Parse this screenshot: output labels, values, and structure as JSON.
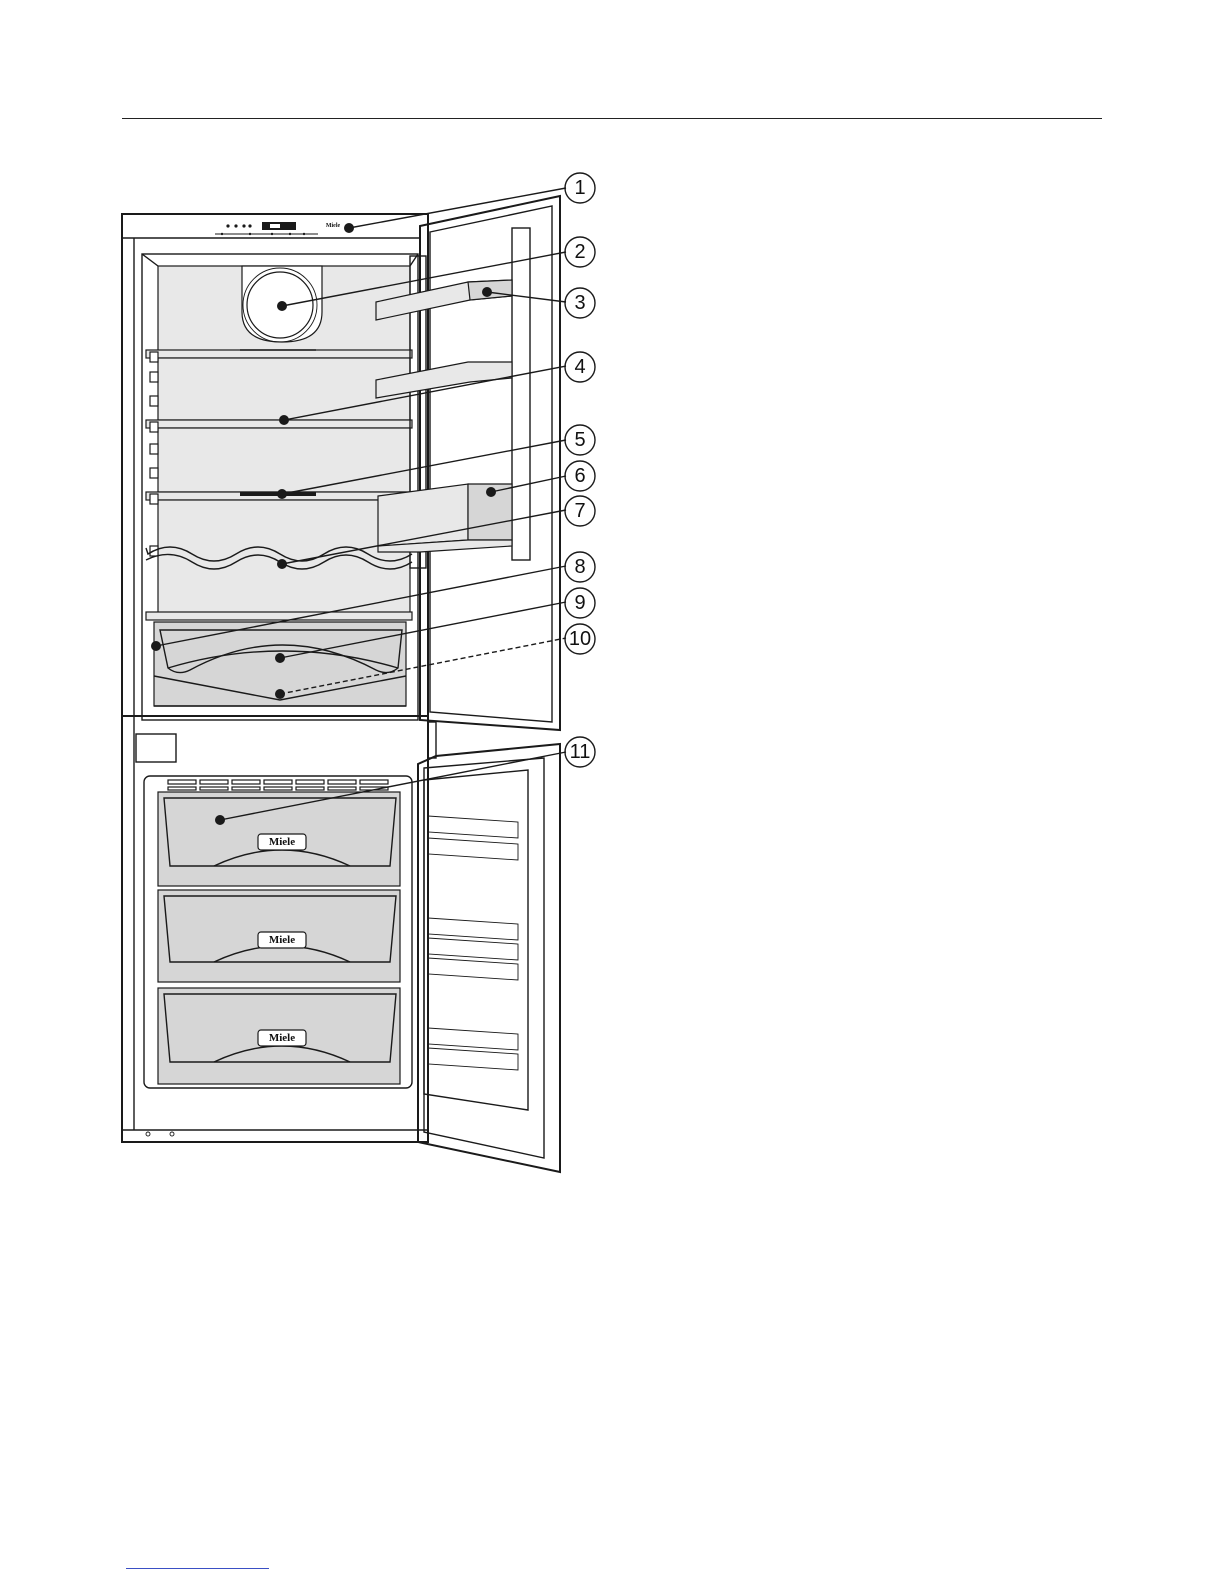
{
  "brand": {
    "panel": "Miele",
    "drawers": [
      "Miele",
      "Miele",
      "Miele"
    ]
  },
  "callouts": [
    "1",
    "2",
    "3",
    "4",
    "5",
    "6",
    "7",
    "8",
    "9",
    "10",
    "11"
  ],
  "colors": {
    "line": "#1a1a1a",
    "fill_light": "#e6e6e6",
    "fill_mid": "#d4d4d4",
    "door_gap": "#ededed"
  }
}
